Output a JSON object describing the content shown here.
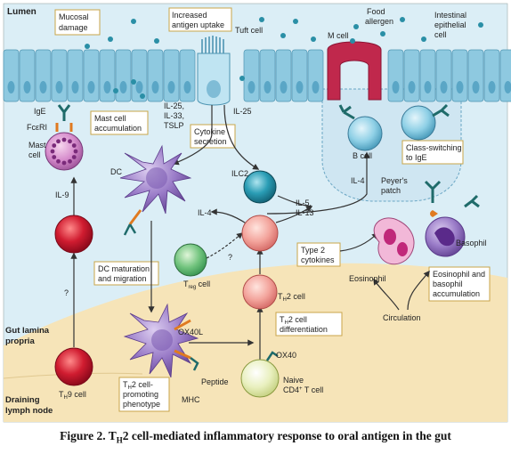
{
  "regions": {
    "lumen": "Lumen",
    "lamina_line1": "Gut lamina",
    "lamina_line2": "propria",
    "lymph_line1": "Draining",
    "lymph_line2": "lymph node"
  },
  "boxes": {
    "mucosal_damage": [
      "Mucosal",
      "damage"
    ],
    "antigen_uptake": [
      "Increased",
      "antigen uptake"
    ],
    "mast_accumulation": [
      "Mast cell",
      "accumulation"
    ],
    "cytokine_secretion": [
      "Cytokine",
      "secretion"
    ],
    "class_switching": [
      "Class-switching",
      "to IgE"
    ],
    "dc_maturation": [
      "DC maturation",
      "and migration"
    ],
    "type2_cytokines": [
      "Type 2",
      "cytokines"
    ],
    "eos_baso_accumulation": [
      "Eosinophil and",
      "basophil",
      "accumulation"
    ],
    "th2_differentiation_a": "T",
    "th2_differentiation_sub": "H",
    "th2_differentiation_b": "2 cell",
    "th2_differentiation_c": "differentiation",
    "th2_promoting_a": "T",
    "th2_promoting_sub": "H",
    "th2_promoting_b": "2 cell-",
    "th2_promoting_c": "promoting",
    "th2_promoting_d": "phenotype"
  },
  "labels": {
    "tuft_cell": "Tuft cell",
    "food_allergen": [
      "Food",
      "allergen"
    ],
    "m_cell": "M cell",
    "intestinal_epithelial": [
      "Intestinal",
      "epithelial",
      "cell"
    ],
    "ige": "IgE",
    "fceri": "FcεRI",
    "mast_cell": [
      "Mast",
      "cell"
    ],
    "il9": "IL-9",
    "question_left": "?",
    "il25_33_tslp": [
      "IL-25,",
      "IL-33,",
      "TSLP"
    ],
    "il25": "IL-25",
    "dc": "DC",
    "ilc2": "ILC2",
    "il4_left": "IL-4",
    "il5_il13": [
      "IL-5,",
      "IL-13"
    ],
    "il4_bcell": "IL-4",
    "b_cell": "B cell",
    "peyers_patch": [
      "Peyer's",
      "patch"
    ],
    "basophil": "Basophil",
    "eosinophil": "Eosinophil",
    "treg_a": "T",
    "treg_sub": "reg",
    "treg_b": " cell",
    "question_mid": "?",
    "th2_cell_a": "T",
    "th2_cell_sub": "H",
    "th2_cell_b": "2 cell",
    "circulation": "Circulation",
    "ox40l": "OX40L",
    "ox40": "OX40",
    "peptide": "Peptide",
    "mhc": "MHC",
    "th9_a": "T",
    "th9_sub": "H",
    "th9_b": "9 cell",
    "naive": [
      "Naive",
      "CD4",
      "+",
      " T cell"
    ]
  },
  "caption": {
    "prefix": "Figure 2. T",
    "sub": "H",
    "rest": "2 cell-mediated inflammatory response to oral antigen in the gut"
  },
  "colors": {
    "lumen_bg": "#dbeef6",
    "lamina_bg": "#f6e4b8",
    "epithelium": "#8ec9e0",
    "red_cell": "#c8102e",
    "pink_cell": "#f0a0a0",
    "green_cell": "#6ec07a",
    "teal_cell": "#2a9db5",
    "purple_dc": "#8060b0",
    "m_cell": "#c0284c",
    "box_border": "#c9a54a"
  }
}
